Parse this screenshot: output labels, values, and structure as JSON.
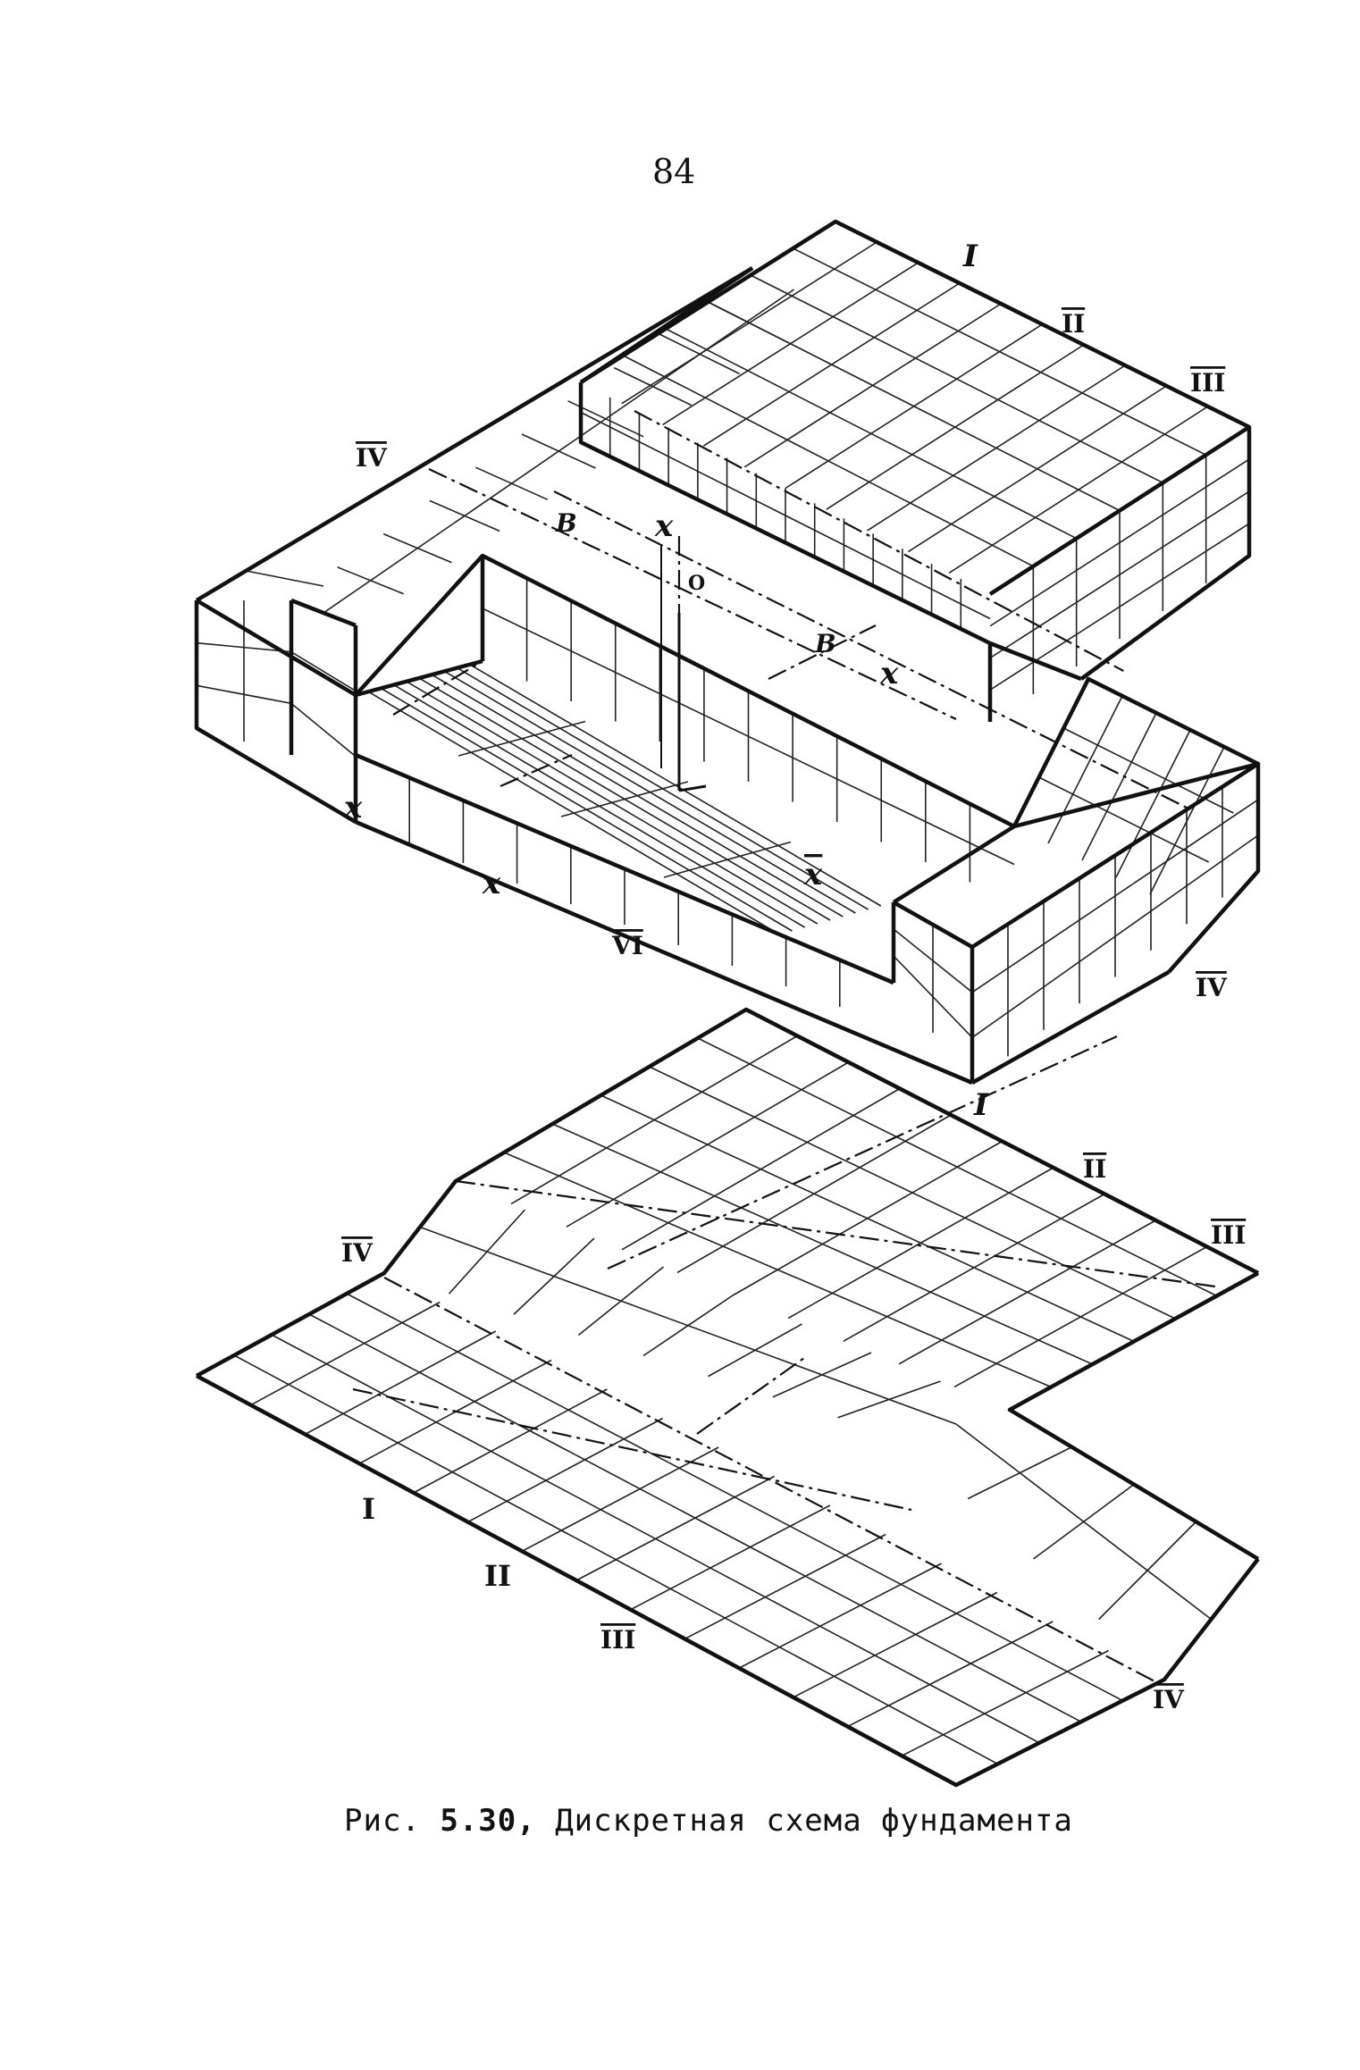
{
  "page": {
    "number": "84"
  },
  "figure": {
    "caption_prefix": "Рис. ",
    "caption_number": "5.30,",
    "caption_text": " Дискретная схема фундамента",
    "top_labels": {
      "I": "I",
      "II": "II",
      "III": "III",
      "IV_left": "IV",
      "IV_right": "IV",
      "VI": "VI",
      "x1": "x",
      "x2": "x",
      "x_axis": "x",
      "x3": "x",
      "x8": "x",
      "B1": "B",
      "B2": "B",
      "O": "O"
    },
    "bottom_labels": {
      "I_right": "I",
      "II_right": "II",
      "III_right": "III",
      "IV_left": "IV",
      "I_bottom": "I",
      "II_bottom": "II",
      "III_bottom": "III",
      "IV_bottom": "IV"
    }
  }
}
